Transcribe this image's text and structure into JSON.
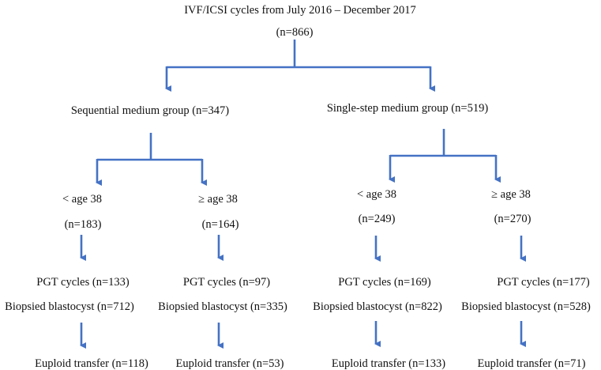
{
  "title": "IVF/ICSI cycles from July 2016 – December 2017",
  "root": {
    "count": "(n=866)"
  },
  "colors": {
    "line": "#4472C4",
    "text": "#111111",
    "background": "#ffffff"
  },
  "groups": [
    {
      "label": "Sequential medium group (n=347)",
      "branches": [
        {
          "age": "< age 38",
          "count": "(n=183)",
          "pgt": "PGT cycles (n=133)",
          "biopsied": "Biopsied blastocyst (n=712)",
          "euploid": "Euploid transfer (n=118)"
        },
        {
          "age": "≥ age 38",
          "count": "(n=164)",
          "pgt": "PGT cycles (n=97)",
          "biopsied": "Biopsied blastocyst (n=335)",
          "euploid": "Euploid transfer (n=53)"
        }
      ]
    },
    {
      "label": "Single-step medium group (n=519)",
      "branches": [
        {
          "age": "< age 38",
          "count": "(n=249)",
          "pgt": "PGT cycles (n=169)",
          "biopsied": "Biopsied blastocyst (n=822)",
          "euploid": "Euploid transfer (n=133)"
        },
        {
          "age": "≥ age 38",
          "count": "(n=270)",
          "pgt": "PGT cycles (n=177)",
          "biopsied": "Biopsied blastocyst (n=528)",
          "euploid": "Euploid transfer (n=71)"
        }
      ]
    }
  ]
}
